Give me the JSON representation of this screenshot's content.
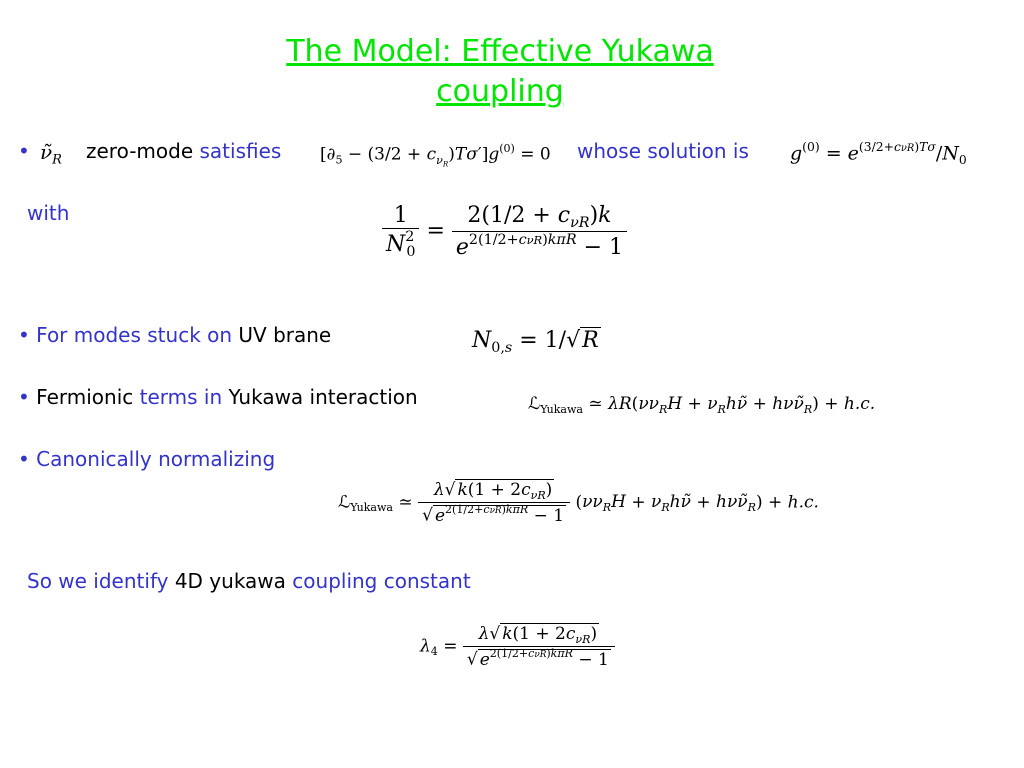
{
  "title": {
    "line1": "The Model: Effective  Yukawa",
    "line2": "coupling"
  },
  "bullets": {
    "marker": "•",
    "b1": {
      "zero_mode": "zero-mode",
      "satisfies": "satisfies",
      "whose": "whose solution is"
    },
    "with": "with",
    "b2": {
      "text_blue": "For modes stuck on",
      "text_black": "UV brane"
    },
    "b3": {
      "text_black1": "Fermionic",
      "text_blue": "terms in",
      "text_black2": "Yukawa interaction"
    },
    "b4": {
      "text_blue": "Canonically normalizing"
    },
    "identify": {
      "blue1": "So we identify",
      "black": "4D yukawa",
      "blue2": "coupling constant"
    }
  },
  "colors": {
    "title": "#00e600",
    "accent": "#3333cc",
    "text": "#000000"
  }
}
